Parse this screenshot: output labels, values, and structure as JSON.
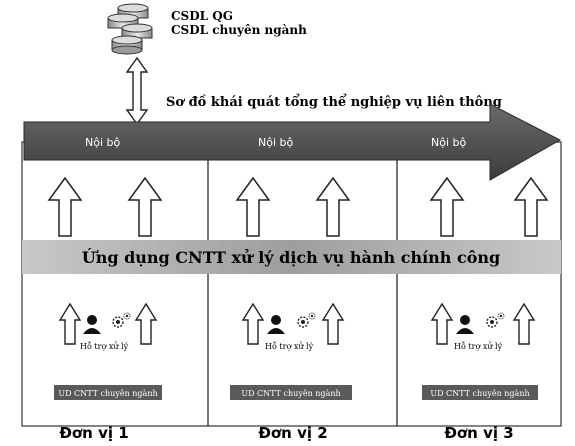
{
  "database": {
    "label_line1": "CSDL QG",
    "label_line2": "CSDL chuyên ngành"
  },
  "diagram_title": "Sơ đồ khái quát tổng thể nghiệp vụ liên thông",
  "internal_label": "Nội bộ",
  "service_banner": "Ứng dụng CNTT xử lý dịch vụ hành chính công",
  "support_label": "Hỗ trợ xử lý",
  "specialized_app_label": "UD CNTT chuyên ngành",
  "units": [
    {
      "name": "Đơn vị 1"
    },
    {
      "name": "Đơn vị 2"
    },
    {
      "name": "Đơn vị 3"
    }
  ],
  "colors": {
    "arrow_band": "#505050",
    "banner": "#9a9a9a",
    "app_bar": "#5a5a5a",
    "border": "#333333"
  }
}
